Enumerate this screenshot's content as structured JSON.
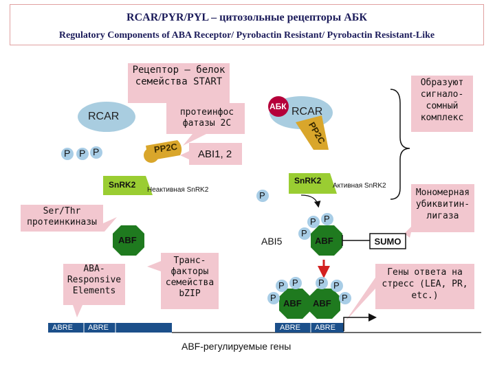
{
  "header": {
    "title": "RCAR/PYR/PYL – цитозольные рецепторы АБК",
    "subtitle": "Regulatory Components of ABA Receptor/ Pyrobactin Resistant/ Pyrobactin Resistant-Like"
  },
  "labels": {
    "receptor_callout": "Рецептор – белок семейства START",
    "phosphatase_callout": "протеинфос фатазы 2С",
    "rcar_left": "RCAR",
    "p_left_1": "P",
    "p_left_2": "P",
    "p_left_3": "P",
    "pp2c_left": "PP2C",
    "abi12": "ABI1, 2",
    "snrk2_left": "SnRK2",
    "inactive_snrk2": "Неактивная SnRK2",
    "ser_thr_callout": "Ser/Thr протеинкиназы",
    "abf_left": "ABF",
    "aba_responsive_callout": "ABA-Responsive Elements",
    "transcription_callout": "Транс-факторы семейства bZIP",
    "abre_left_1": "ABRE",
    "abre_left_2": "ABRE",
    "complex_callout": "Образуют сигнало-сомный комплекс",
    "aba_complex": "АБК",
    "rcar_complex": "RCAR",
    "pp2c_complex": "PP2C",
    "snrk2_right": "SnRK2",
    "active_snrk2": "Активная SnRK2",
    "p_snrk2": "P",
    "p_abf_1": "P",
    "p_abf_2": "P",
    "p_abf_3": "P",
    "abi5": "ABI5",
    "abf_right": "ABF",
    "sumo": "SUMO",
    "ubiquitin_callout": "Мономерная убиквитин-лигаза",
    "p_dimer_1": "P",
    "p_dimer_2": "P",
    "p_dimer_3": "P",
    "p_dimer_4": "P",
    "p_dimer_5": "P",
    "p_dimer_6": "P",
    "abf_dimer_1": "ABF",
    "abf_dimer_2": "ABF",
    "abre_right_1": "ABRE",
    "abre_right_2": "ABRE",
    "stress_genes_callout": "Гены ответа на стресс (LEA, PR, etc.)",
    "abf_regulated_genes": "ABF-регулируемые гены"
  },
  "colors": {
    "header_text": "#1b1b5a",
    "callout_fill": "#f2c7cf",
    "rcar_fill": "#a9cde0",
    "snrk2_fill": "#9acd32",
    "abf_fill": "#1f7a1f",
    "pp2c_fill": "#d9a62b",
    "aba_fill": "#b5003a",
    "p_fill": "#a8cde6",
    "dna_fill": "#1b4f8a",
    "arrow_red": "#d32020"
  }
}
